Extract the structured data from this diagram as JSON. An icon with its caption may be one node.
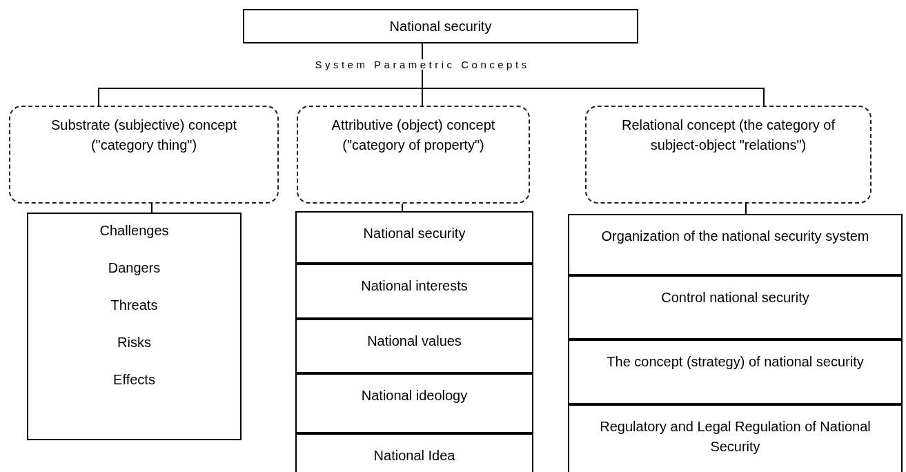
{
  "diagram": {
    "nodes": [
      {
        "text": [
          "National security"
        ]
      },
      {
        "text": [
          "Substrate (subjective) concept (\"category thing\")"
        ]
      },
      {
        "text": [
          "Attributive (object) concept (\"category of property\")"
        ]
      },
      {
        "text": [
          "Relational concept (the category of subject-object \"relations\")"
        ]
      },
      {
        "text": [
          "Challenges",
          "Dangers",
          "Threats",
          "Risks",
          "Effects"
        ]
      },
      {
        "text": [
          "National security"
        ]
      },
      {
        "text": [
          "National interests"
        ]
      },
      {
        "text": [
          "National values"
        ]
      },
      {
        "text": [
          "National ideology"
        ]
      },
      {
        "text": [
          "National Idea"
        ]
      },
      {
        "text": [
          "Organization of the national security system"
        ]
      },
      {
        "text": [
          "Control national security"
        ]
      },
      {
        "text": [
          "The concept (strategy) of national security"
        ]
      },
      {
        "text": [
          "Regulatory and Legal Regulation of National Security"
        ]
      }
    ],
    "edges": [
      {
        "from": 0,
        "to": 1,
        "arrow": "none"
      },
      {
        "from": 0,
        "to": 2,
        "arrow": "none"
      },
      {
        "from": 0,
        "to": 3,
        "arrow": "none"
      },
      {
        "from": 1,
        "to": 4,
        "arrow": "none"
      },
      {
        "from": 2,
        "to": 5,
        "arrow": "none"
      },
      {
        "from": 3,
        "to": 10,
        "arrow": "none"
      }
    ],
    "labels": [
      "System Parametric Concepts"
    ]
  }
}
